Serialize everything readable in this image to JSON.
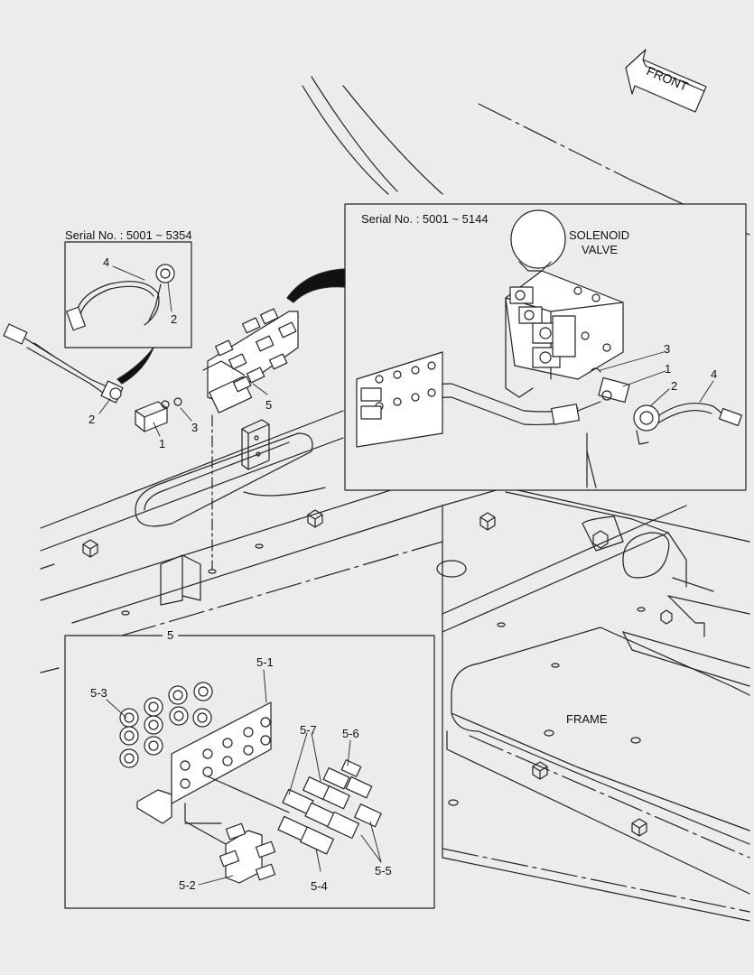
{
  "direction_arrow": {
    "text": "FRONT"
  },
  "inset_left": {
    "serial_text": "Serial No. : 5001 ~ 5354",
    "callouts": [
      "4",
      "2"
    ]
  },
  "inset_right": {
    "serial_text": "Serial No. : 5001 ~ 5144",
    "solenoid_label_line1": "SOLENOID",
    "solenoid_label_line2": "VALVE",
    "callouts": [
      "3",
      "1",
      "2",
      "4"
    ]
  },
  "main_callouts": [
    "2",
    "1",
    "3",
    "5"
  ],
  "frame_label": "FRAME",
  "detail_box": {
    "title": "5",
    "callouts": [
      "5-1",
      "5-3",
      "5-7",
      "5-6",
      "5-2",
      "5-4",
      "5-5"
    ]
  }
}
